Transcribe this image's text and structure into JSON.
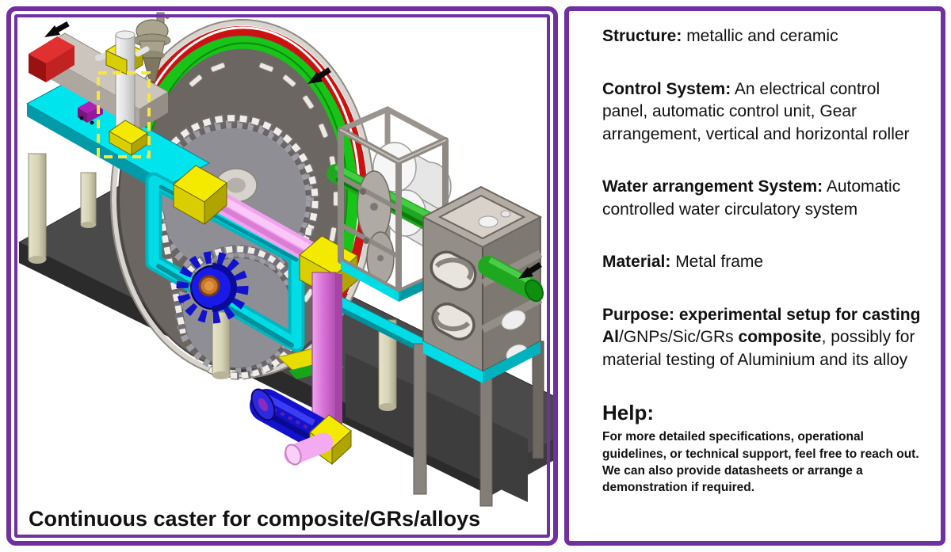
{
  "left_panel": {
    "caption": "Continuous caster for composite/GRs/alloys",
    "machine": {
      "description": "isometric CAD model of a continuous casting machine",
      "components": [
        "launder-feed-channel",
        "feed-inlet-cap",
        "tundish-funnel",
        "stopper-rod",
        "casting-wheel",
        "wheel-rim-green-band",
        "wheel-rim-red-band",
        "chain-sprocket-large",
        "chain-sprocket-small",
        "drive-sprocket-blue",
        "drive-motor-finned",
        "drive-shaft-pink",
        "support-column-magenta",
        "coupling-block-yellow",
        "support-frame-cyan",
        "table-cyan",
        "vertical-roller-cage",
        "horizontal-roller-stand",
        "cast-bar-output-green",
        "base-platform",
        "support-legs"
      ],
      "annotations": {
        "selection_highlight": "stopper-rod-dashed-box",
        "arrows": [
          "feed-inlet-arrow",
          "wheel-rotation-arrow",
          "output-bar-arrow"
        ]
      },
      "colors": {
        "frame_cyan": "#00DCE6",
        "frame_teal": "#00919C",
        "wheel_gray": "#6C6662",
        "rim_green": "#17C417",
        "rim_red": "#CC1111",
        "accent_yellow": "#F2E800",
        "shaft_pink": "#F2A2EE",
        "column_magenta": "#D66FD6",
        "sprocket_blue": "#1A1AE8",
        "hub_orange": "#C87828",
        "base_dark": "#4A4A4A",
        "leg_cream": "#DAD6B8",
        "border_purple": "#7030A0",
        "inlet_red": "#D92B2B",
        "output_green": "#1FA81F"
      }
    }
  },
  "info_panel": {
    "sections": [
      {
        "id": "structure",
        "segments": [
          {
            "text": "Structure:",
            "bold": true
          },
          {
            "text": " metallic and ceramic",
            "bold": false
          }
        ]
      },
      {
        "id": "control-system",
        "segments": [
          {
            "text": "Control System:",
            "bold": true
          },
          {
            "text": " An electrical control panel, automatic control unit, Gear arrangement, vertical and horizontal roller",
            "bold": false
          }
        ]
      },
      {
        "id": "water-system",
        "segments": [
          {
            "text": "Water arrangement  System:",
            "bold": true
          },
          {
            "text": " Automatic controlled water circulatory system",
            "bold": false
          }
        ]
      },
      {
        "id": "material",
        "segments": [
          {
            "text": "Material:",
            "bold": true
          },
          {
            "text": " Metal frame",
            "bold": false
          }
        ]
      },
      {
        "id": "purpose",
        "segments": [
          {
            "text": "Purpose: experimental setup for casting Al",
            "bold": true
          },
          {
            "text": "/GNPs/Sic/GRs ",
            "bold": false
          },
          {
            "text": "composite",
            "bold": true
          },
          {
            "text": ", possibly for material testing of Aluminium and its alloy",
            "bold": false
          }
        ]
      }
    ],
    "help": {
      "title": "Help:",
      "body": "For more detailed specifications, operational guidelines, or technical support, feel free to reach out. We can also provide datasheets or arrange a demonstration if required."
    }
  }
}
